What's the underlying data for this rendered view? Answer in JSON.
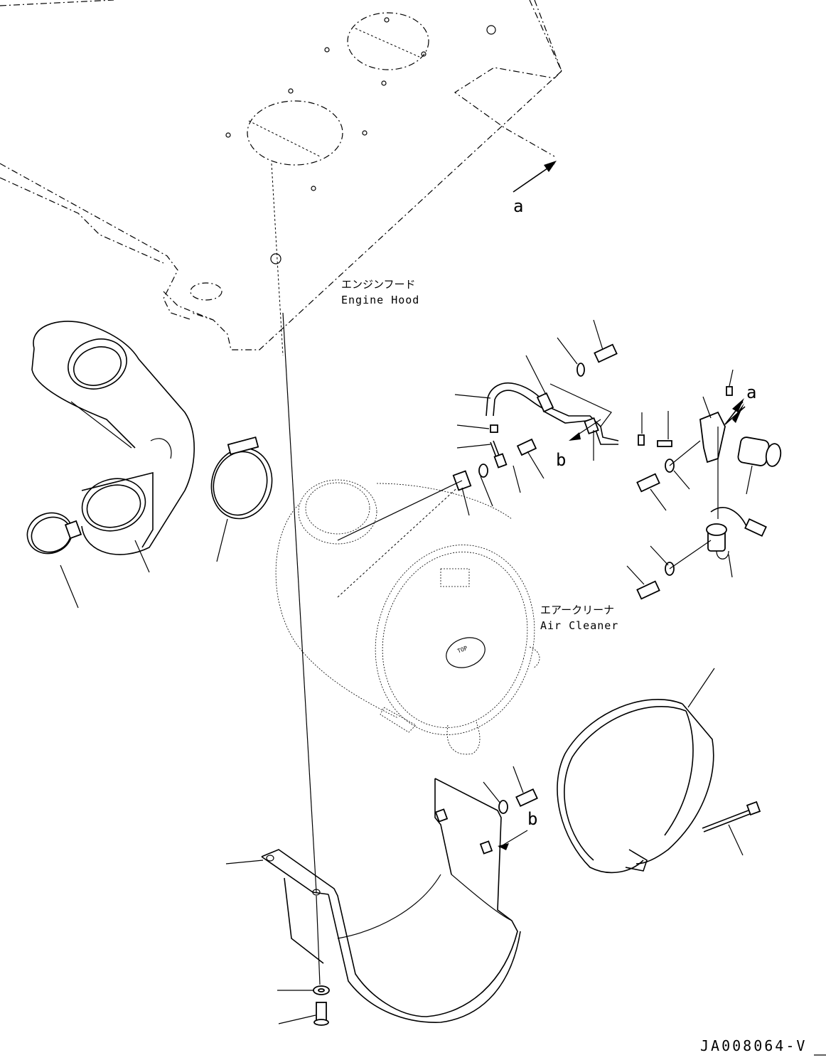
{
  "labels": {
    "engine_hood_jp": "エンジンフード",
    "engine_hood_en": "Engine Hood",
    "air_cleaner_jp": "エアークリーナ",
    "air_cleaner_en": "Air Cleaner",
    "ref_a_top": "a",
    "ref_a_right": "a",
    "ref_b_mid": "b",
    "ref_b_lower": "b",
    "drawing_code": "JA008064-V"
  }
}
